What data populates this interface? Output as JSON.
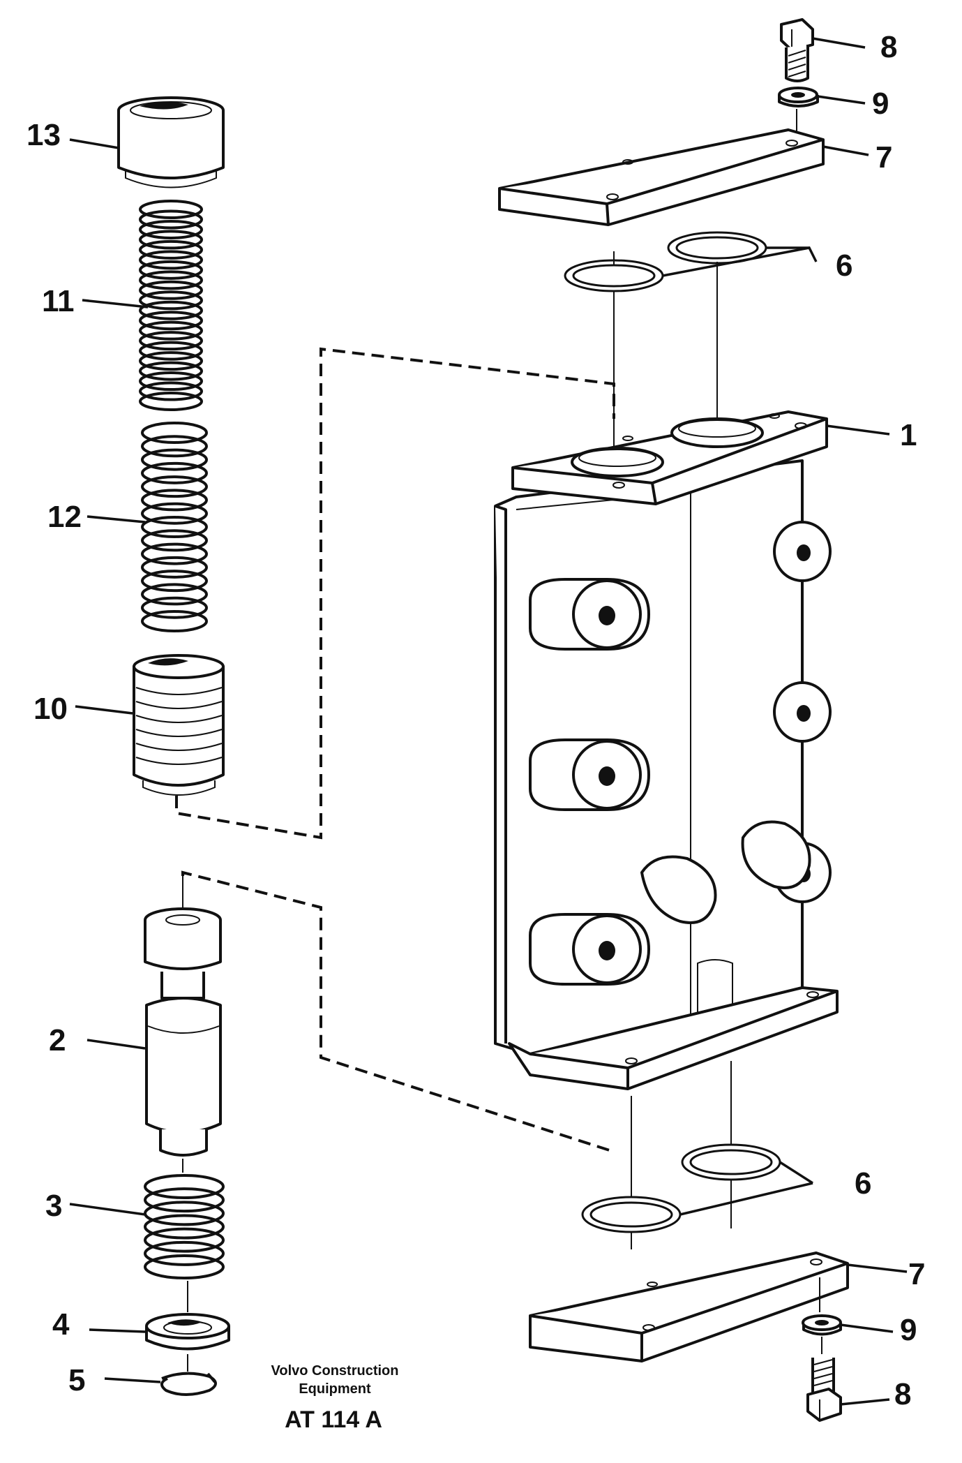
{
  "labels": {
    "l1": "1",
    "l2": "2",
    "l3": "3",
    "l4": "4",
    "l5": "5",
    "l6_top": "6",
    "l6_bottom": "6",
    "l7_top": "7",
    "l7_bottom": "7",
    "l8_top": "8",
    "l8_bottom": "8",
    "l9_top": "9",
    "l9_bottom": "9",
    "l10": "10",
    "l11": "11",
    "l12": "12",
    "l13": "13"
  },
  "footer": {
    "brand_line1": "Volvo Construction",
    "brand_line2": "Equipment",
    "code": "AT 114 A"
  }
}
